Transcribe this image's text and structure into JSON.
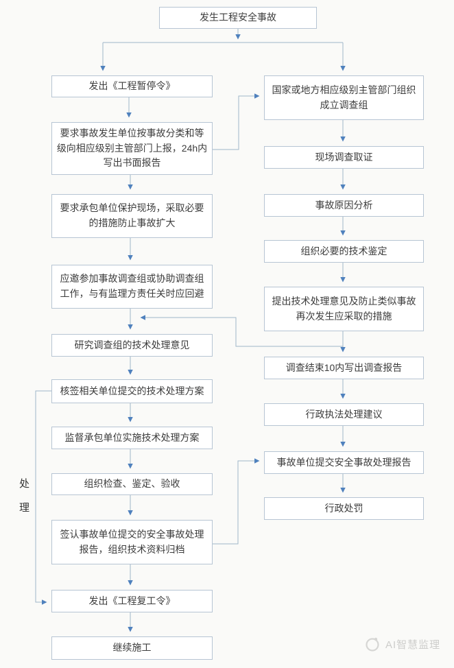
{
  "diagram": {
    "title": "发生工程安全事故",
    "left_branch": [
      {
        "label": "发出《工程暂停令》"
      },
      {
        "label": "要求事故发生单位按事故分类和等级向相应级别主管部门上报，24h内写出书面报告"
      },
      {
        "label": "要求承包单位保护现场，采取必要的措施防止事故扩大"
      },
      {
        "label": "应邀参加事故调查组或协助调查组工作，与有监理方责任关时应回避"
      },
      {
        "label": "研究调查组的技术处理意见"
      },
      {
        "label": "核签相关单位提交的技术处理方案"
      },
      {
        "label": "监督承包单位实施技术处理方案"
      },
      {
        "label": "组织检查、鉴定、验收"
      },
      {
        "label": "签认事故单位提交的安全事故处理报告，组织技术资料归档"
      },
      {
        "label": "发出《工程复工令》"
      },
      {
        "label": "继续施工"
      }
    ],
    "right_branch": [
      {
        "label": "国家或地方相应级别主管部门组织成立调查组"
      },
      {
        "label": "现场调查取证"
      },
      {
        "label": "事故原因分析"
      },
      {
        "label": "组织必要的技术鉴定"
      },
      {
        "label": "提出技术处理意见及防止类似事故再次发生应采取的措施"
      },
      {
        "label": "调查结束10内写出调查报告"
      },
      {
        "label": "行政执法处理建议"
      },
      {
        "label": "事故单位提交安全事故处理报告"
      },
      {
        "label": "行政处罚"
      }
    ],
    "side_label": "处理",
    "watermark": "AI智慧监理"
  },
  "colors": {
    "background": "#fafaf8",
    "box_fill": "#ffffff",
    "box_border": "#b6c4d3",
    "line": "#9fb5c9",
    "arrow": "#4f81bd",
    "text": "#3c3c3c",
    "watermark": "#cdcdcb"
  }
}
